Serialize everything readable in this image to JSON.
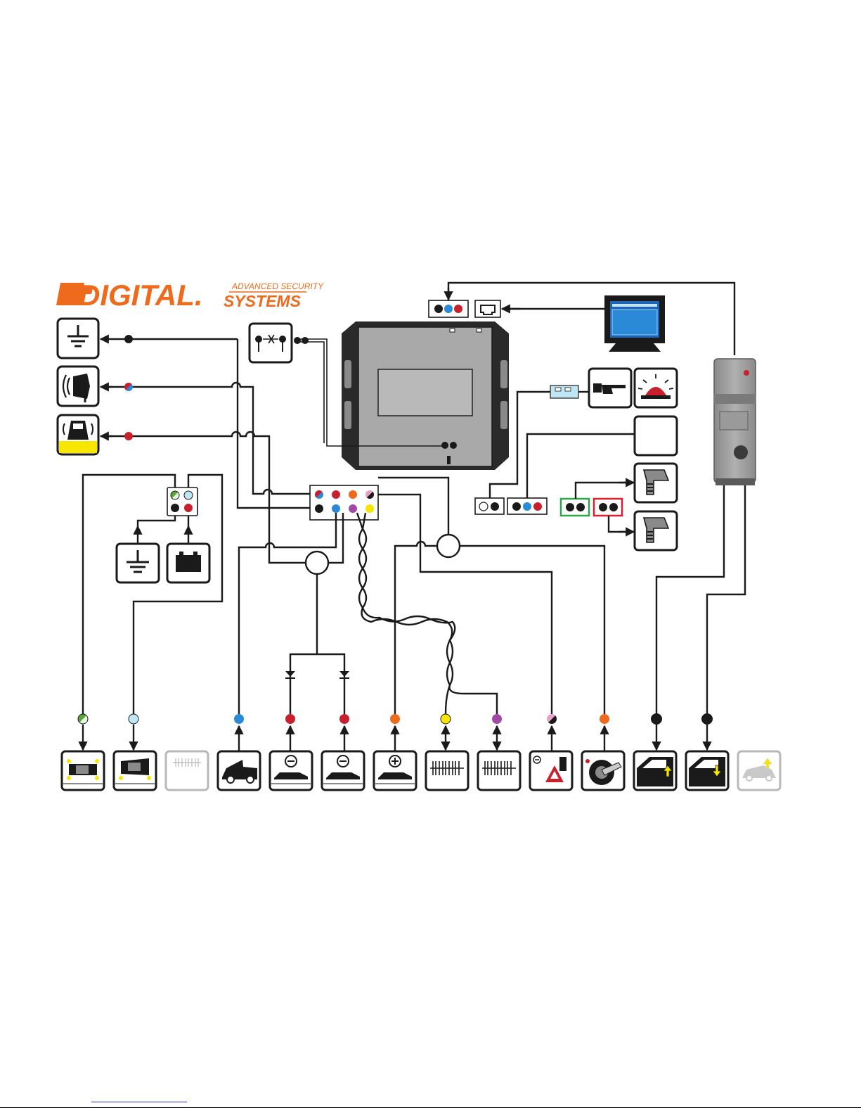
{
  "brand": {
    "name": "DIGITAL.",
    "tagline": "ADVANCED SECURITY",
    "subline": "SYSTEMS",
    "color": "#ee6a1c"
  },
  "colors": {
    "black": "#1a1a1a",
    "blue": "#2a8ad8",
    "red": "#c8202c",
    "orange": "#ee6a1c",
    "yellow": "#f7e600",
    "violet": "#a04aa6",
    "light_blue": "#bfe6f5",
    "light_green": "#a8d88a",
    "green_frame": "#2aa84a",
    "red_frame": "#d82030",
    "grey_unit": "#a9a9a9"
  },
  "left_devices": [
    "ground-icon",
    "siren-icon",
    "shock-sensor-icon"
  ],
  "top_devices": [
    "usb-port-icon",
    "computer-monitor-icon",
    "push-button-icon",
    "warning-light-icon",
    "blank-module-icon",
    "hood-pin-switch-icon"
  ],
  "bottom_devices": [
    {
      "icon": "turn-signal-left-icon",
      "wire": "light_green",
      "arrow": "down"
    },
    {
      "icon": "turn-signal-right-icon",
      "wire": "light_blue",
      "arrow": "down"
    },
    {
      "icon": "can-bus-disabled-icon",
      "wire": null,
      "arrow": null
    },
    {
      "icon": "hood-open-icon",
      "wire": "blue",
      "arrow": "up"
    },
    {
      "icon": "door-negative-icon",
      "wire": "red",
      "arrow": "up"
    },
    {
      "icon": "door-negative-icon",
      "wire": "red",
      "arrow": "up"
    },
    {
      "icon": "door-positive-icon",
      "wire": "orange",
      "arrow": "up"
    },
    {
      "icon": "can-bus-high-icon",
      "wire": "yellow",
      "arrow": "both"
    },
    {
      "icon": "can-bus-low-icon",
      "wire": "violet",
      "arrow": "both"
    },
    {
      "icon": "hazard-input-icon",
      "wire": "pink_black",
      "arrow": "up"
    },
    {
      "icon": "ignition-icon",
      "wire": "orange",
      "arrow": "up"
    },
    {
      "icon": "window-up-icon",
      "wire": "black",
      "arrow": "down"
    },
    {
      "icon": "window-down-icon",
      "wire": "black",
      "arrow": "down"
    },
    {
      "icon": "trunk-disabled-icon",
      "wire": null,
      "arrow": null
    }
  ]
}
